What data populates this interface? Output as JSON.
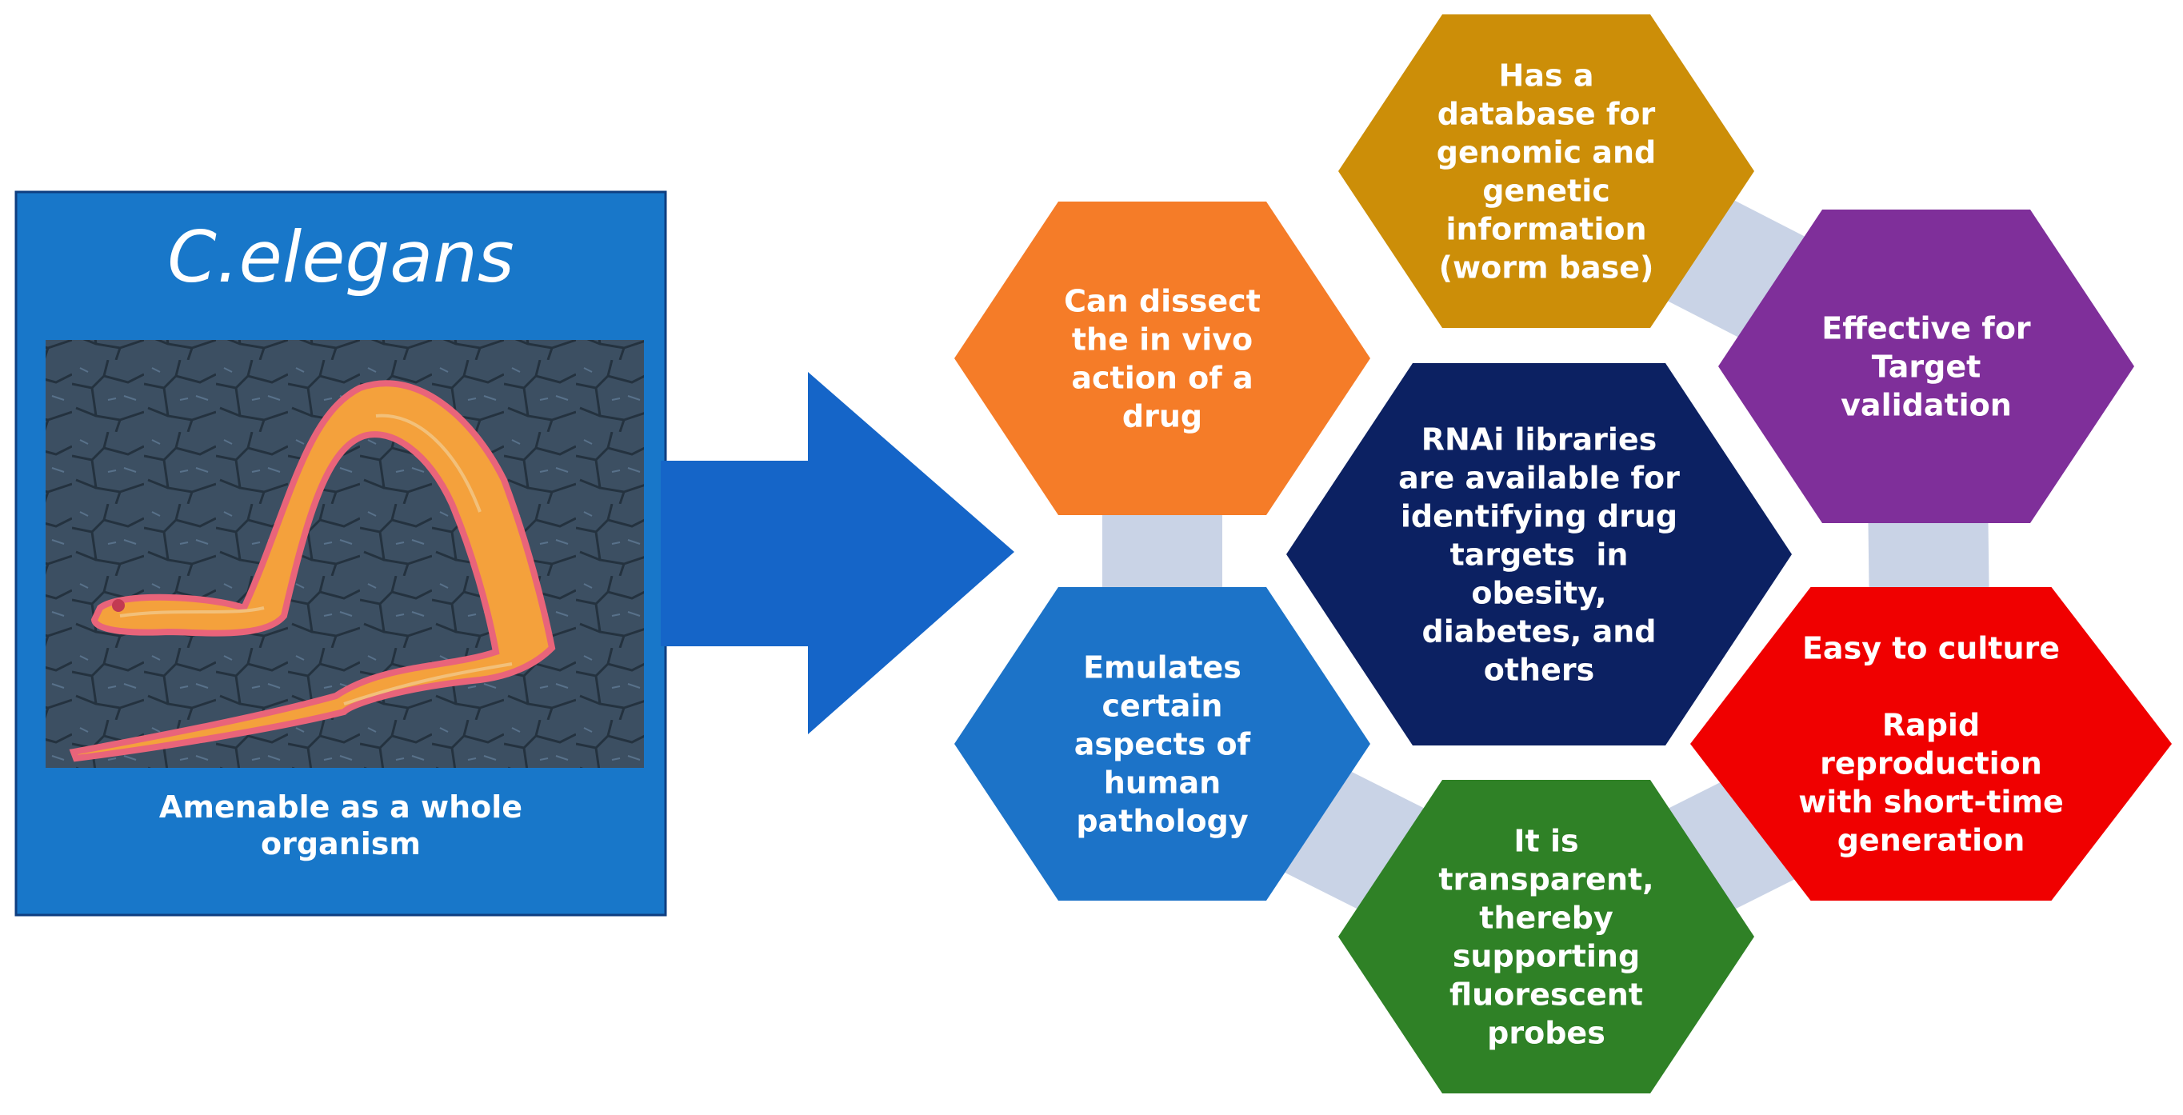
{
  "left_panel": {
    "title": "C.elegans",
    "caption": [
      "Amenable as a whole",
      "organism"
    ],
    "colors": {
      "panel": "#1877C9",
      "panel_border": "#0E3E80",
      "image_background": "#3C4F62",
      "worm_body": "#F4A13C",
      "worm_outline": "#E9647A"
    },
    "image": {
      "description_icon": "worm-micrograph-image"
    }
  },
  "arrow": {
    "color": "#1565C8",
    "icon": "right-arrow-icon"
  },
  "hexagons": [
    {
      "id": "database",
      "color": "#CC8E08",
      "lines": [
        "Has a",
        "database for",
        "genomic and",
        "genetic",
        "information",
        "(worm base)"
      ]
    },
    {
      "id": "dissect",
      "color": "#F57C28",
      "lines": [
        "Can dissect",
        "the in vivo",
        "action of a",
        "drug"
      ]
    },
    {
      "id": "target-validation",
      "color": "#7F2F9A",
      "lines": [
        "Effective for",
        "Target",
        "validation"
      ]
    },
    {
      "id": "rnai",
      "color": "#0C2162",
      "lines": [
        "RNAi libraries",
        "are available for",
        "identifying drug",
        "targets  in",
        "obesity,",
        "diabetes, and",
        "others"
      ]
    },
    {
      "id": "emulates",
      "color": "#1C73C8",
      "lines": [
        "Emulates",
        "certain",
        "aspects of",
        "human",
        "pathology"
      ]
    },
    {
      "id": "culture",
      "color": "#F00000",
      "lines": [
        "Easy to culture",
        "",
        "Rapid",
        "reproduction",
        "with short-time",
        "generation"
      ]
    },
    {
      "id": "transparent",
      "color": "#2F8126",
      "lines": [
        "It is",
        "transparent,",
        "thereby",
        "supporting",
        "fluorescent",
        "probes"
      ]
    }
  ],
  "connector_color": "#C9D3E6"
}
